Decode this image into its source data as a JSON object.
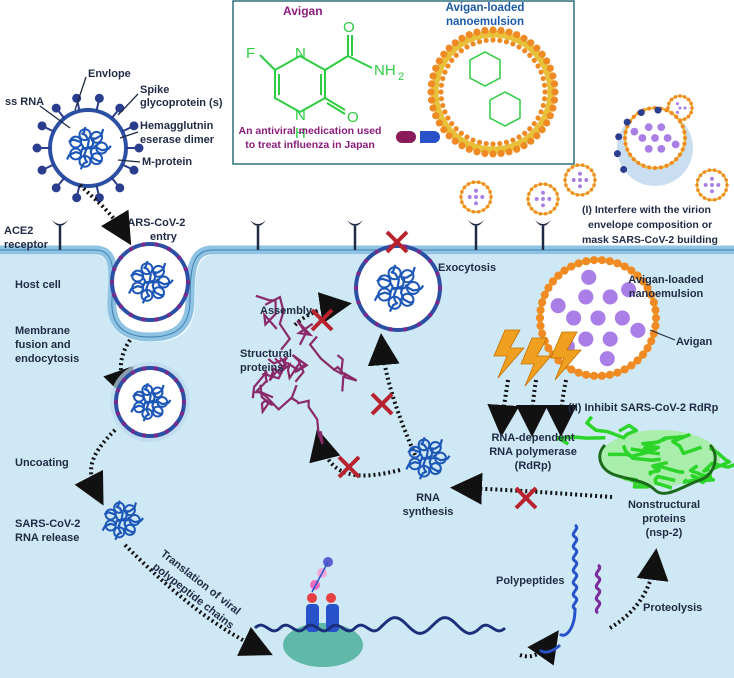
{
  "drug_box": {
    "avigan_title": "Avigan",
    "nanoemulsion_title_line1": "Avigan-loaded",
    "nanoemulsion_title_line2": "nanoemulsion",
    "atom_F": "F",
    "atom_N1": "N",
    "atom_N2": "N",
    "atom_H": "H",
    "atom_O1": "O",
    "atom_O2": "O",
    "group_NH2": "NH",
    "group_NH2_sub": "2",
    "description_line1": "An antiviral medication used",
    "description_line2": "to treat influenza in Japan"
  },
  "virus_labels": {
    "ss_rna": "ss RNA",
    "envelope": "Envlope",
    "spike_line1": "Spike",
    "spike_line2": "glycoprotein (s)",
    "hemagg_line1": "Hemagglutnin",
    "hemagg_line2": "eserase dimer",
    "m_protein": "M-protein",
    "ace2_line1": "ACE2",
    "ace2_line2": "receptor",
    "entry_line1": "SARS-CoV-2",
    "entry_line2": "entry"
  },
  "cell_labels": {
    "host_cell": "Host cell",
    "membrane_line1": "Membrane",
    "membrane_line2": "fusion and",
    "membrane_line3": "endocytosis",
    "uncoating": "Uncoating",
    "release_line1": "SARS-CoV-2",
    "release_line2": "RNA release",
    "translation_line1": "Translation of viral",
    "translation_line2": "polypeptide chains",
    "polypeptides": "Polypeptides",
    "proteolysis": "Proteolysis",
    "nonstructural_line1": "Nonstructural",
    "nonstructural_line2": "proteins",
    "nonstructural_line3": "(nsp-2)",
    "rna_synthesis_line1": "RNA",
    "rna_synthesis_line2": "synthesis",
    "rdrp_line1": "RNA-dependent",
    "rdrp_line2": "RNA polymerase",
    "rdrp_line3": "(RdRp)",
    "structural_line1": "Structural",
    "structural_line2": "proteins",
    "assembly": "Assembly",
    "exocytosis": "Exocytosis",
    "nano_line1": "Avigan-loaded",
    "nano_line2": "nanoemulsion",
    "avigan": "Avigan",
    "mech1_line1": "(I) Interfere with the virion",
    "mech1_line2": "envelope composition or",
    "mech1_line3": "mask SARS-CoV-2 building",
    "mech2": "(II) Inhibit SARS-CoV-2 RdRp"
  },
  "colors": {
    "cell_fill": "#cfe8f5",
    "membrane": "#8fc3e3",
    "capsid": "#2b4fa3",
    "rna": "#1d57b8",
    "spike": "#2a3d8f",
    "nano_shell": "#e8c13a",
    "nano_head": "#f08a24",
    "nano_drug": "#a97ee6",
    "chem_green": "#2ecc40",
    "inhibit_red": "#b8232f",
    "structural": "#8a2a6a",
    "rdrp_green": "#2dd42a",
    "ribosome": "#5fb8a8",
    "lightning": "#f0a020"
  }
}
